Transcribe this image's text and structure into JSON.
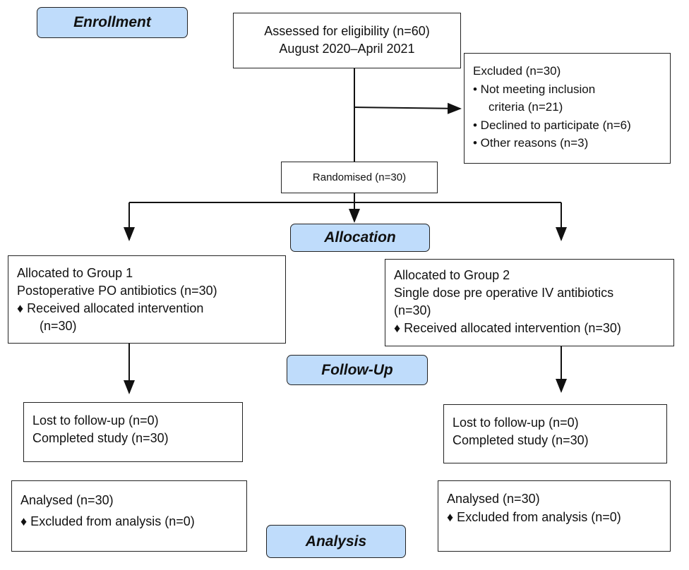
{
  "stages": {
    "enrollment": "Enrollment",
    "allocation": "Allocation",
    "follow_up": "Follow-Up",
    "analysis": "Analysis"
  },
  "assessed": {
    "line1": "Assessed for eligibility (n=60)",
    "line2": "August 2020–April 2021"
  },
  "excluded": {
    "title": "Excluded (n=30)",
    "items": [
      "• Not meeting inclusion",
      "criteria (n=21)",
      "• Declined to participate (n=6)",
      "• Other reasons (n=3)"
    ]
  },
  "randomised": "Randomised (n=30)",
  "group1": {
    "line1": "Allocated to Group 1",
    "line2": "Postoperative PO antibiotics (n=30)",
    "line3": "♦ Received allocated intervention",
    "line4": "(n=30)"
  },
  "group2": {
    "line1": "Allocated to Group 2",
    "line2": "Single dose pre operative IV antibiotics",
    "line3": "(n=30)",
    "line4": "♦ Received allocated intervention (n=30)"
  },
  "followup1": {
    "line1": "Lost to follow-up (n=0)",
    "line2": "Completed study (n=30)"
  },
  "followup2": {
    "line1": "Lost to follow-up (n=0)",
    "line2": "Completed study (n=30)"
  },
  "analysis1": {
    "line1": "Analysed (n=30)",
    "line2": "♦ Excluded from analysis (n=0)"
  },
  "analysis2": {
    "line1": "Analysed (n=30)",
    "line2": "♦ Excluded from analysis (n=0)"
  },
  "colors": {
    "stage_fill": "#bfdcfb",
    "border": "#222222"
  }
}
